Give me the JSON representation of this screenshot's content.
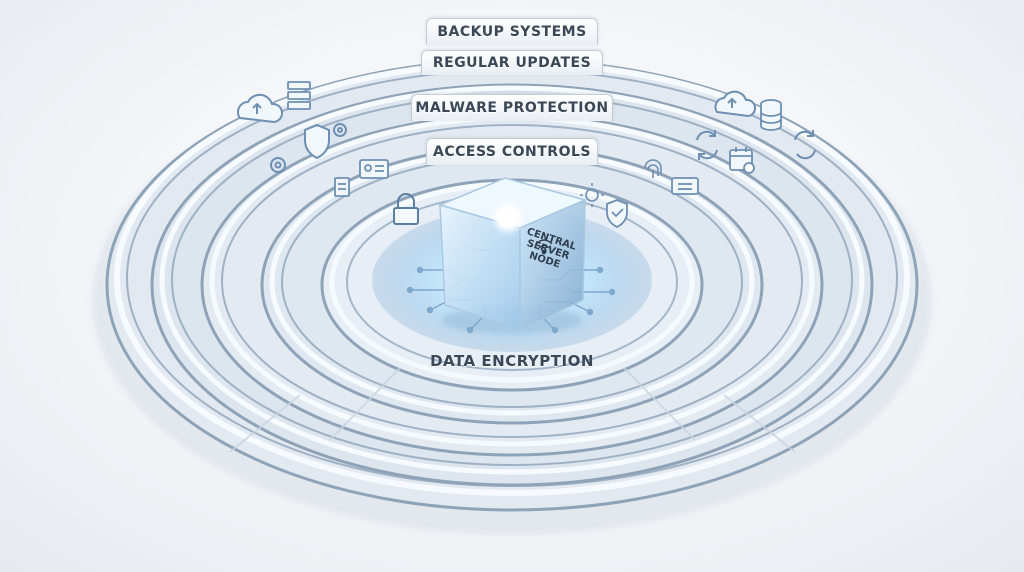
{
  "diagram": {
    "layers": [
      {
        "id": "backup",
        "label": "BACKUP SYSTEMS"
      },
      {
        "id": "updates",
        "label": "REGULAR UPDATES"
      },
      {
        "id": "malware",
        "label": "MALWARE PROTECTION"
      },
      {
        "id": "access",
        "label": "ACCESS CONTROLS"
      },
      {
        "id": "encryption",
        "label": "DATA ENCRYPTION"
      }
    ],
    "core": {
      "line1": "CENTRAL",
      "line2": "SERVER",
      "line3": "NODE"
    },
    "icons": [
      "cloud-upload-icon",
      "server-stack-icon",
      "shield-icon",
      "gear-icon",
      "padlock-icon",
      "id-card-icon",
      "document-icon",
      "fingerprint-icon",
      "sync-arrows-icon",
      "calendar-icon",
      "database-icon",
      "wifi-icon",
      "virus-icon",
      "shield-check-icon",
      "circuit-board-icon"
    ],
    "colors": {
      "ring": "#8fa3b8",
      "ring_light": "#dfe7ef",
      "glow": "#7fc4f0",
      "label": "#3a4756"
    }
  }
}
